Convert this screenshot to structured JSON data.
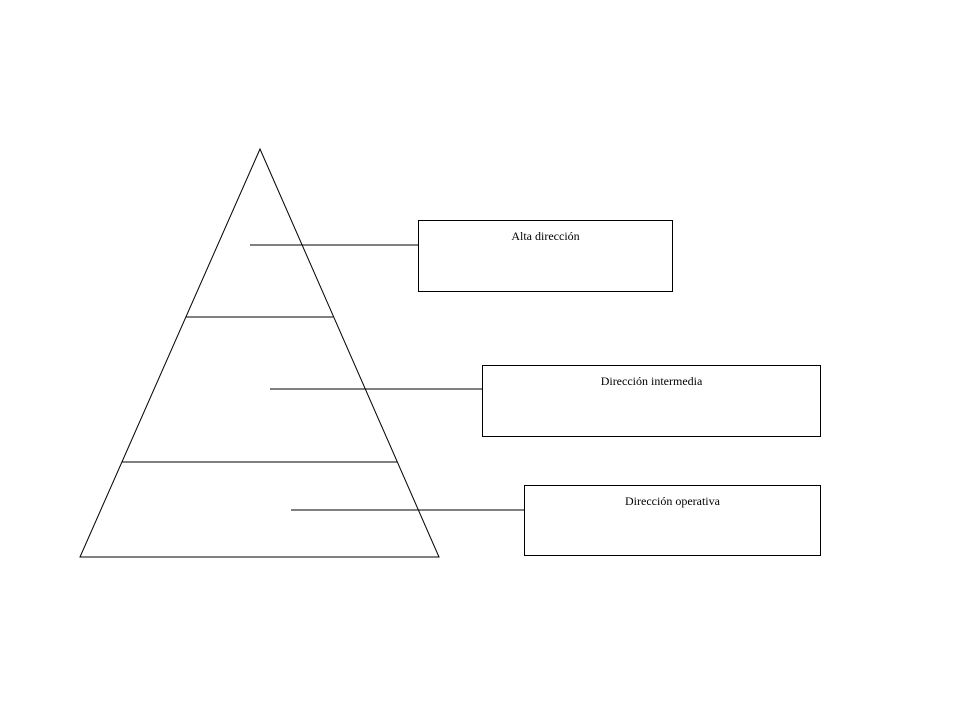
{
  "diagram": {
    "levels": [
      {
        "label": "Alta dirección"
      },
      {
        "label": "Dirección intermedia"
      },
      {
        "label": "Dirección operativa"
      }
    ],
    "colors": {
      "stroke": "#000000",
      "background": "#ffffff"
    }
  }
}
